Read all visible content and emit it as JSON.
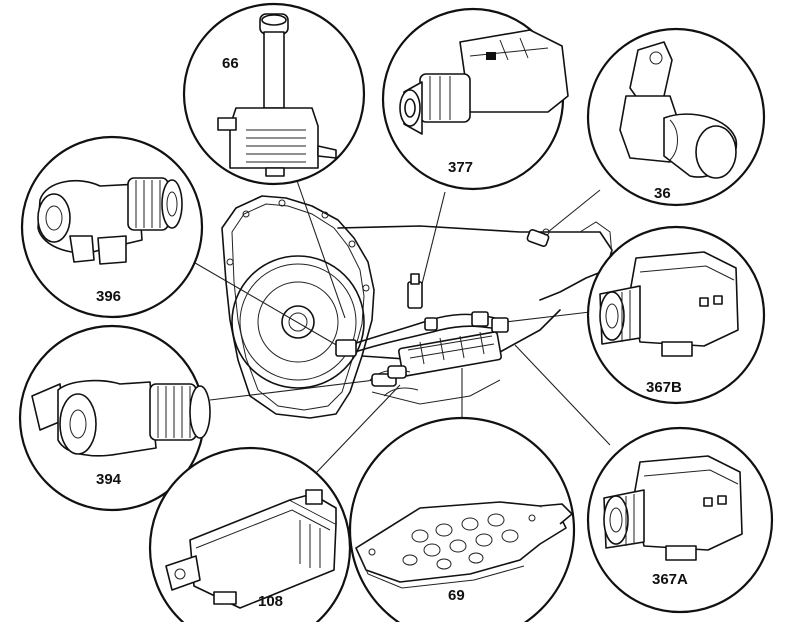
{
  "callouts": {
    "c66": "66",
    "c377": "377",
    "c36": "36",
    "c396": "396",
    "c367b": "367B",
    "c394": "394",
    "c367a": "367A",
    "c108": "108",
    "c69": "69"
  }
}
